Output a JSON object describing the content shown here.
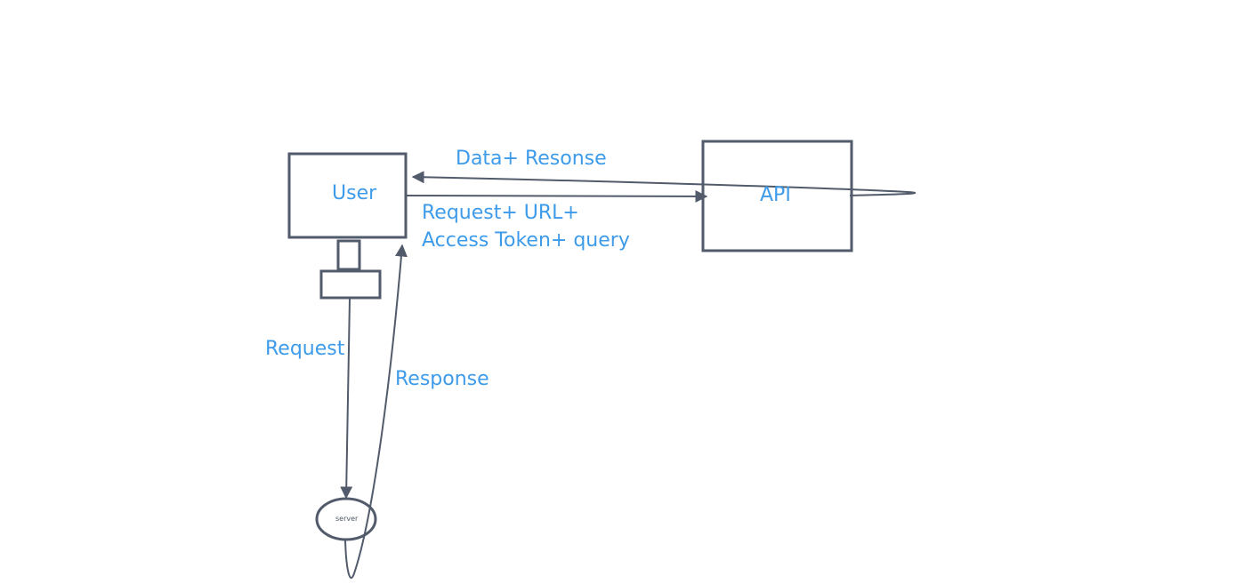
{
  "diagram": {
    "nodes": {
      "user": {
        "label": "User"
      },
      "api": {
        "label": "API"
      },
      "server": {
        "label": "server"
      }
    },
    "edges": {
      "data_response": {
        "label": "Data+ Resonse"
      },
      "request_url": {
        "label_line1": "Request+ URL+",
        "label_line2": "Access Token+ query"
      },
      "request": {
        "label": "Request"
      },
      "response": {
        "label": "Response"
      }
    },
    "colors": {
      "stroke": "#525b6b",
      "text": "#3d9be9",
      "background": "#ffffff"
    }
  }
}
